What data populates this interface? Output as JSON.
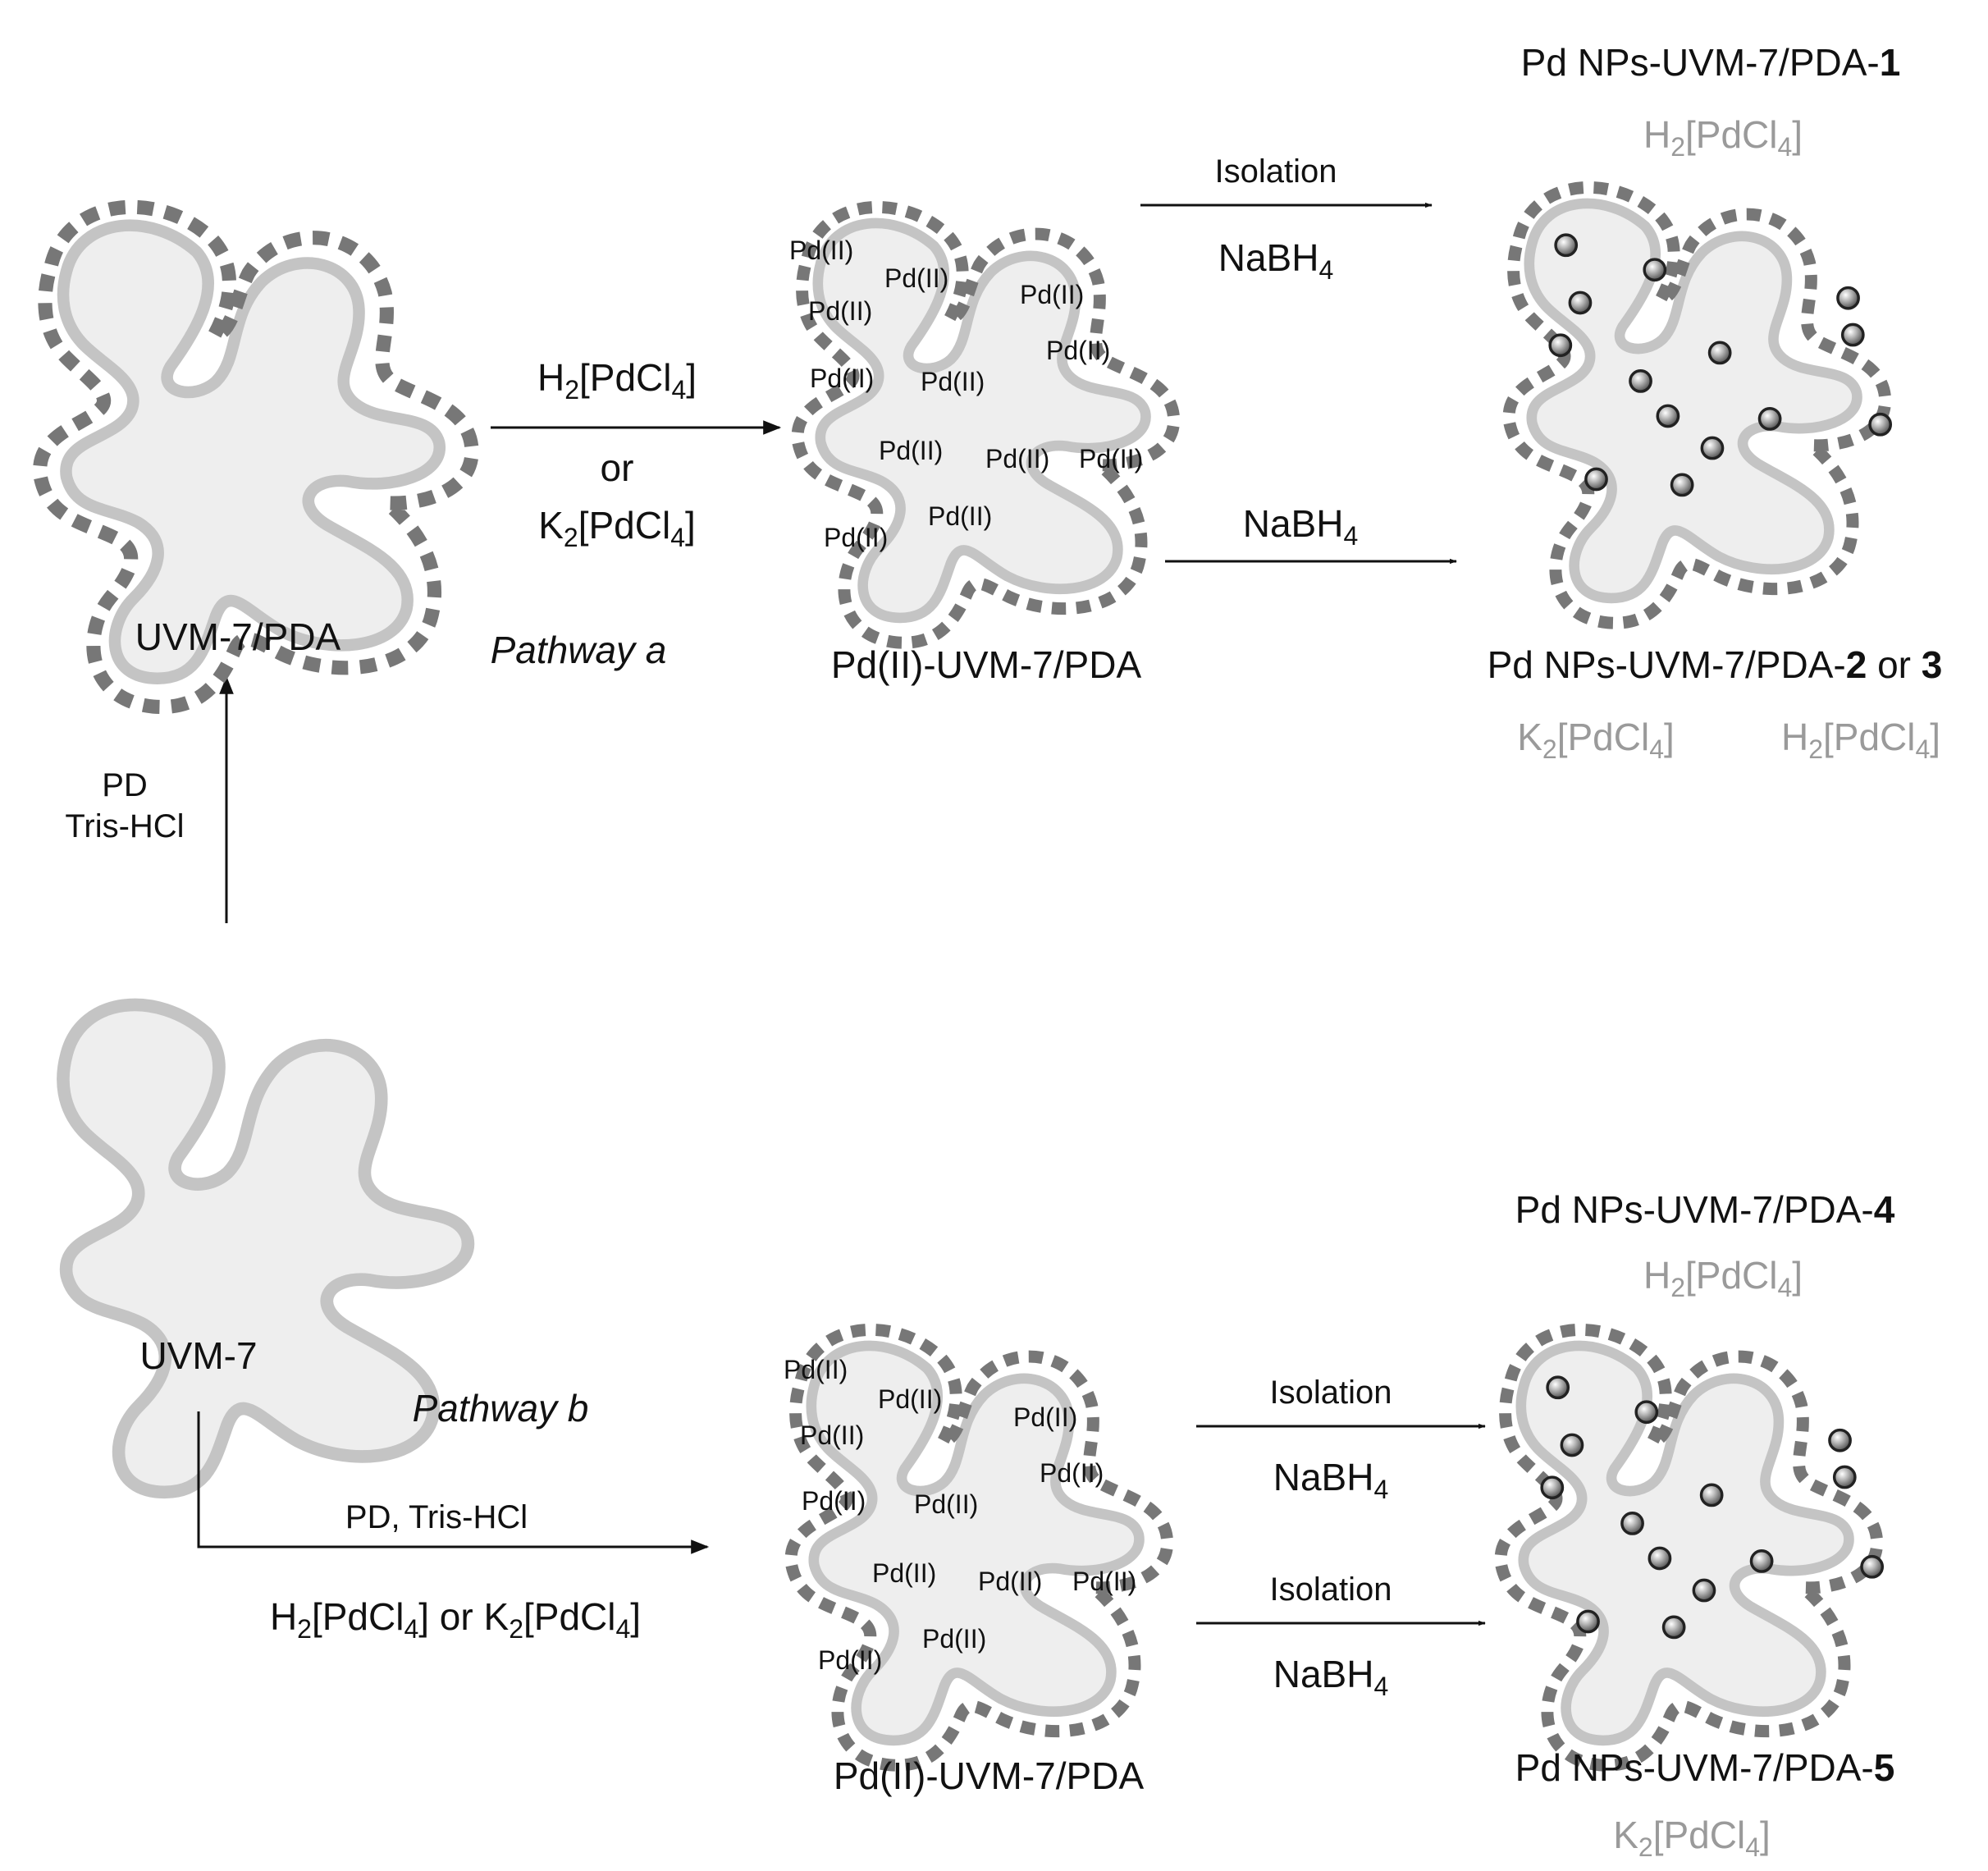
{
  "labels": {
    "uvm7": "UVM-7",
    "uvm7_pda": "UVM-7/PDA",
    "pd2_a": "Pd(II)-UVM-7/PDA",
    "pd2_b": "Pd(II)-UVM-7/PDA",
    "pathway_a": "Pathway a",
    "pathway_b": "Pathway b",
    "prod1_base": "Pd NPs-UVM-7/PDA-",
    "prod1_num": "1",
    "prod1_precursor": "H₂[PdCl₄]",
    "prod23_base": "Pd NPs-UVM-7/PDA-",
    "prod23_num2": "2",
    "prod23_or": " or ",
    "prod23_num3": "3",
    "prod23_prec_left": "K₂[PdCl₄]",
    "prod23_prec_right": "H₂[PdCl₄]",
    "prod4_base": "Pd NPs-UVM-7/PDA-",
    "prod4_num": "4",
    "prod4_precursor": "H₂[PdCl₄]",
    "prod5_base": "Pd NPs-UVM-7/PDA-",
    "prod5_num": "5",
    "prod5_precursor": "K₂[PdCl₄]"
  },
  "reagents": {
    "vertical_line1": "PD",
    "vertical_line2": "Tris-HCl",
    "a_step_top": "H₂[PdCl₄]",
    "a_step_or": "or",
    "a_step_bottom": "K₂[PdCl₄]",
    "a_upper_top": "Isolation",
    "a_upper_bottom": "NaBH₄",
    "a_lower_top": "NaBH₄",
    "b_step_top": "PD, Tris-HCl",
    "b_step_bottom": "H₂[PdCl₄] or K₂[PdCl₄]",
    "b_upper_top": "Isolation",
    "b_upper_bottom": "NaBH₄",
    "b_lower_top": "Isolation",
    "b_lower_bottom": "NaBH₄"
  },
  "pd_site_label": "Pd(II)",
  "colors": {
    "core_fill": "#eeeeee",
    "core_stroke": "#c4c4c4",
    "pda_shell": "#777777",
    "precursor_text": "#9a9a9a",
    "nanoparticle": "#8c8c8c"
  }
}
